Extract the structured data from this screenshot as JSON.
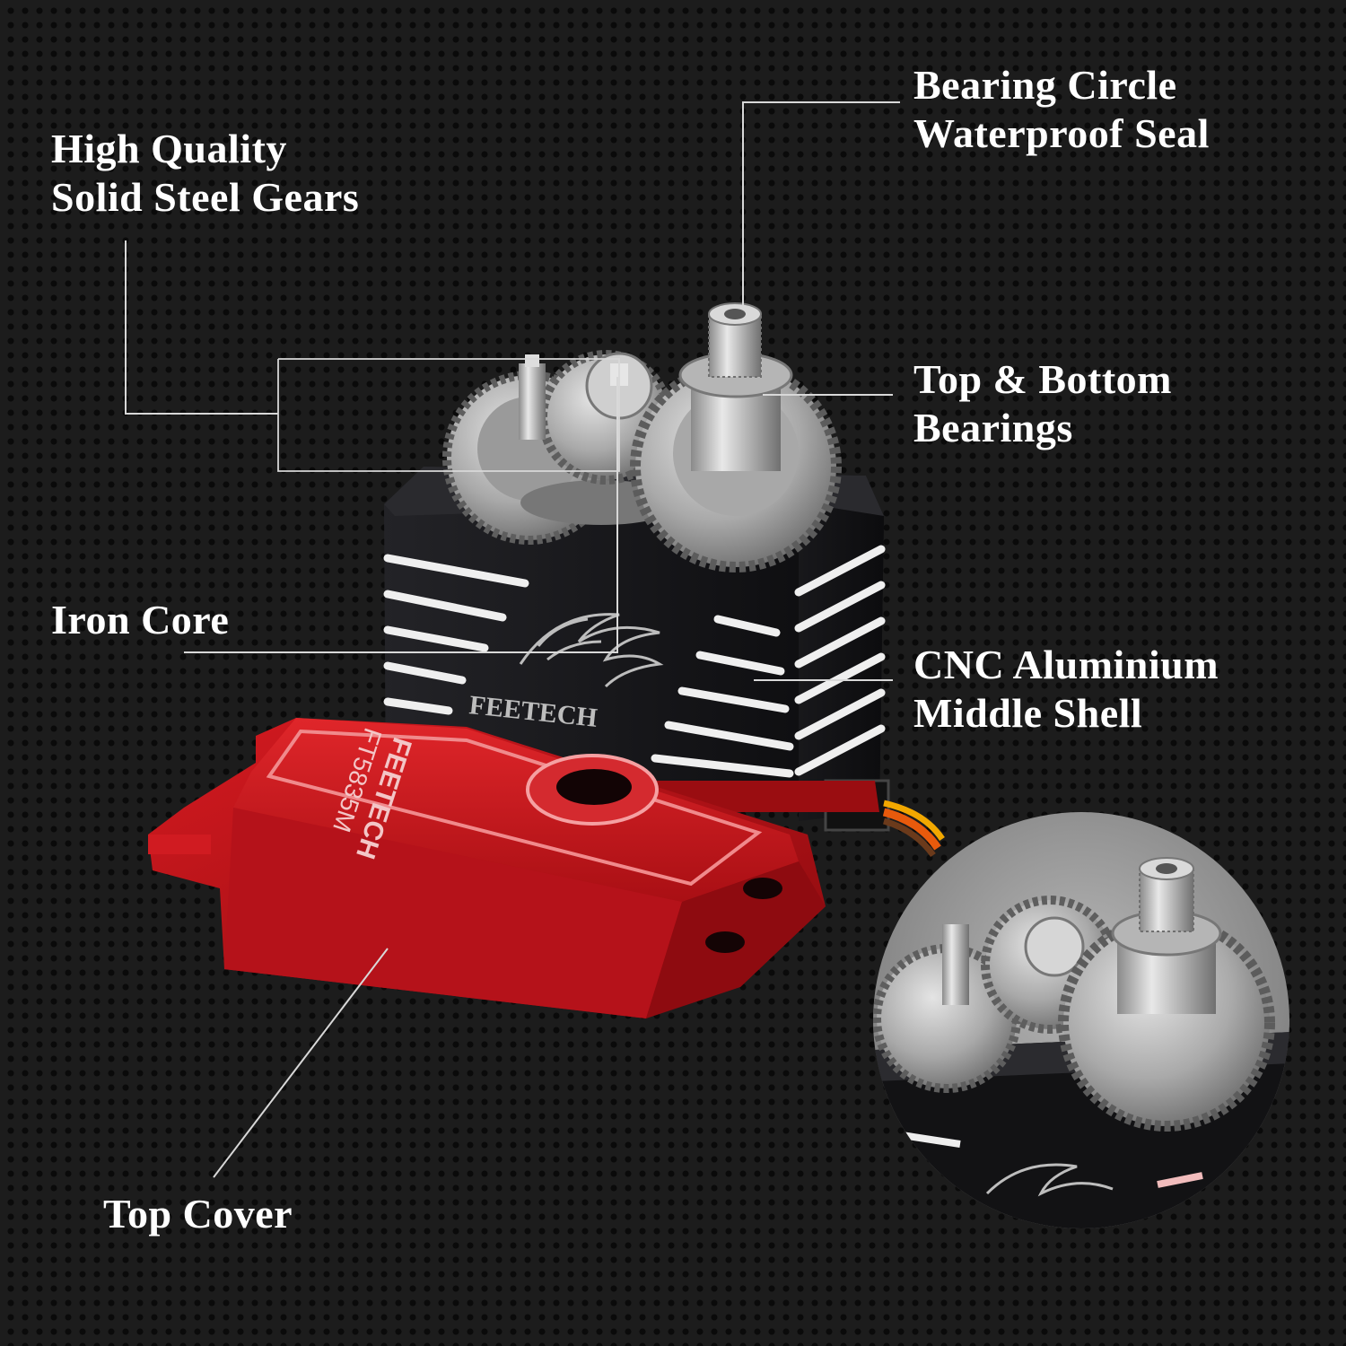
{
  "labels": {
    "gears": [
      "High Quality",
      "Solid Steel Gears"
    ],
    "bearing_seal": [
      "Bearing Circle",
      "Waterproof Seal"
    ],
    "bearings": [
      "Top & Bottom",
      "Bearings"
    ],
    "iron_core": [
      "Iron Core"
    ],
    "shell": [
      "CNC Aluminium",
      "Middle Shell"
    ],
    "top_cover": [
      "Top Cover"
    ]
  },
  "product": {
    "brand_mark": "FEETECH",
    "cover_brand": "FEETECH",
    "model": "FT5835M"
  },
  "colors": {
    "background": "#1c1c1c",
    "shell": "#151518",
    "cover_red": "#c0161b",
    "gear_silver": "#b9b9b9",
    "leader_line": "#d8d8d8"
  }
}
